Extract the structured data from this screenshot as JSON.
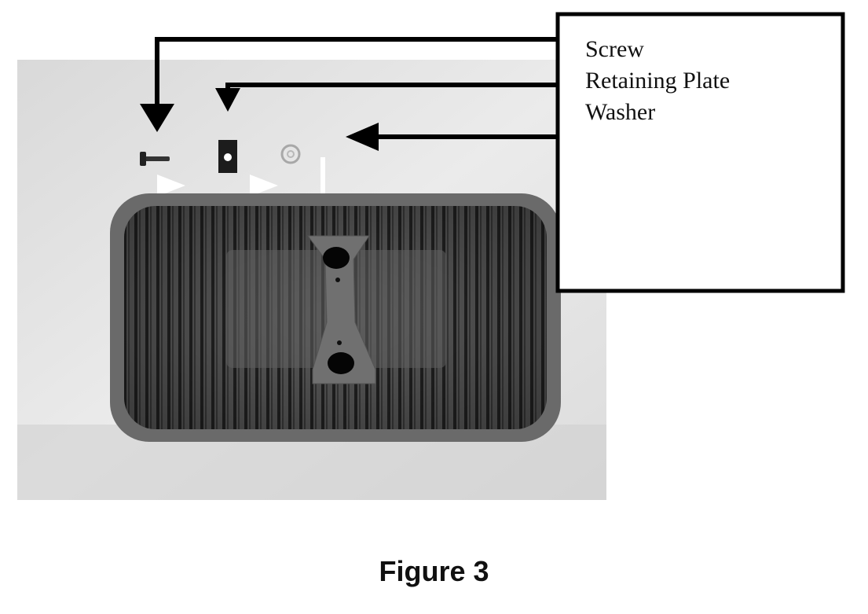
{
  "figure": {
    "caption": "Figure 3",
    "labels": [
      "Screw",
      "Retaining Plate",
      "Washer"
    ]
  },
  "colors": {
    "background": "#ffffff",
    "photo_backdrop": "#e2e2e2",
    "pad_body": "#4a4a4a",
    "arrow": "#000000"
  }
}
